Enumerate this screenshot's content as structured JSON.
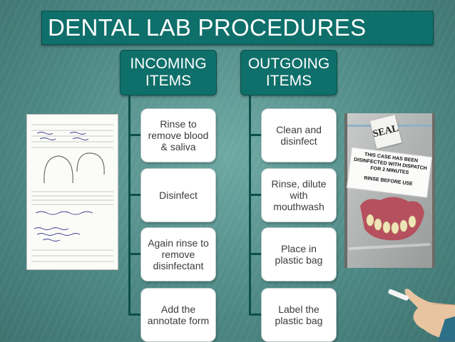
{
  "title": "DENTAL LAB PROCEDURES",
  "incoming": {
    "header": "INCOMING\nITEMS",
    "steps": [
      "Rinse to\nremove blood\n& saliva",
      "Disinfect",
      "Again rinse to\nremove\ndisinfectant",
      "Add the\nannotate form"
    ]
  },
  "outgoing": {
    "header": "OUTGOING\nITEMS",
    "steps": [
      "Clean and\ndisinfect",
      "Rinse, dilute\nwith\nmouthwash",
      "Place in\nplastic bag",
      "Label the\nplastic bag"
    ]
  },
  "bag_label": {
    "seal": "SEAL",
    "notice": "THIS CASE HAS BEEN\nDISINFECTED WITH DISPATCH\nFOR 2 MINUTES",
    "instruction": "RINSE BEFORE USE"
  }
}
